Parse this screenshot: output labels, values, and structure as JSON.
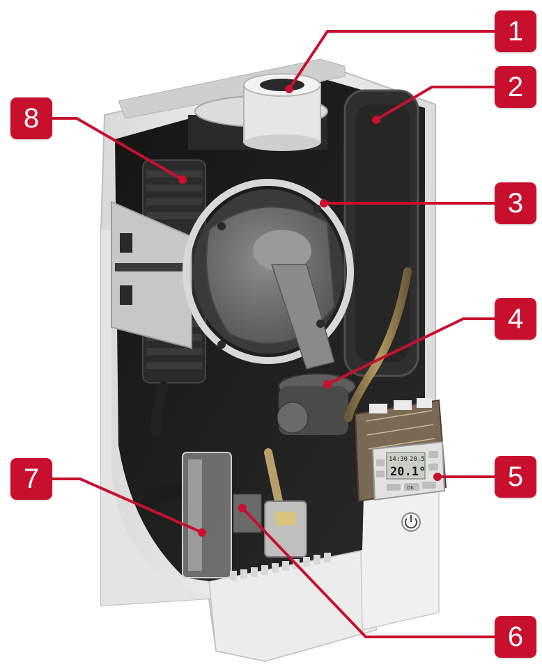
{
  "callouts": [
    {
      "label": "1"
    },
    {
      "label": "2"
    },
    {
      "label": "3"
    },
    {
      "label": "4"
    },
    {
      "label": "5"
    },
    {
      "label": "6"
    },
    {
      "label": "7"
    },
    {
      "label": "8"
    }
  ],
  "display": {
    "time": "14:30",
    "date": "20.5",
    "temperature": "20.1°"
  },
  "control_panel": {
    "ok_label": "OK"
  },
  "colors": {
    "callout": "#c8102e",
    "casing": "#e9e9e9",
    "interior": "#1c1c1c"
  }
}
